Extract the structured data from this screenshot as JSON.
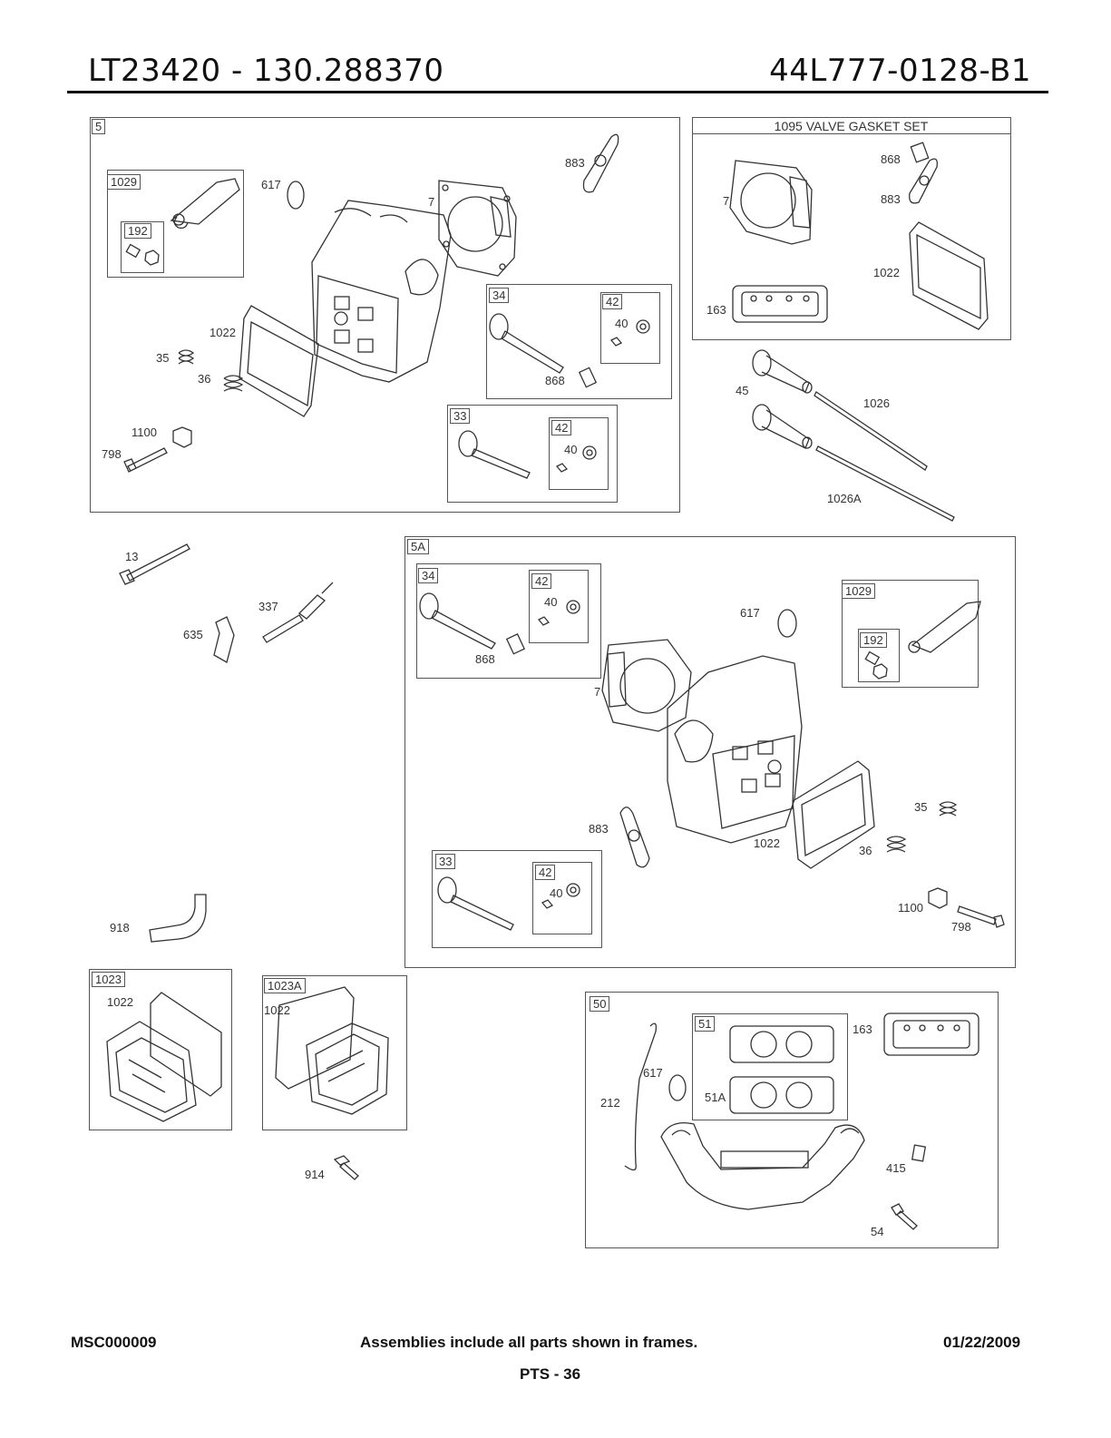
{
  "header": {
    "model": "LT23420 - 130.288370",
    "engine_code": "44L777-0128-B1"
  },
  "frames": {
    "f5": "5",
    "f1029a": "1029",
    "f192a": "192",
    "f34a": "34",
    "f42a": "42",
    "f33a": "33",
    "f42b": "42",
    "gasket_set": "1095 VALVE GASKET SET",
    "f5a": "5A",
    "f34b": "34",
    "f42c": "42",
    "f1029b": "1029",
    "f192b": "192",
    "f33b": "33",
    "f42d": "42",
    "f1023": "1023",
    "f1023a": "1023A",
    "f50": "50",
    "f51": "51"
  },
  "labels": {
    "a_883": "883",
    "a_617": "617",
    "a_7": "7",
    "a_1022": "1022",
    "a_35": "35",
    "a_36": "36",
    "a_1100": "1100",
    "a_798": "798",
    "a_40a": "40",
    "a_868": "868",
    "a_40b": "40",
    "g_868": "868",
    "g_7": "7",
    "g_883": "883",
    "g_1022": "1022",
    "g_163": "163",
    "p_45": "45",
    "p_1026": "1026",
    "p_1026a": "1026A",
    "m_13": "13",
    "m_337": "337",
    "m_635": "635",
    "m_918": "918",
    "m_914": "914",
    "b_40a": "40",
    "b_868": "868",
    "b_617": "617",
    "b_7": "7",
    "b_883": "883",
    "b_1022": "1022",
    "b_36": "36",
    "b_35": "35",
    "b_1100": "1100",
    "b_798": "798",
    "b_40b": "40",
    "c_1022a": "1022",
    "c_1022b": "1022",
    "e_617": "617",
    "e_212": "212",
    "e_51a": "51A",
    "e_163": "163",
    "e_415": "415",
    "e_54": "54"
  },
  "footer": {
    "doc_code": "MSC000009",
    "note": "Assemblies include all parts shown in frames.",
    "date": "01/22/2009",
    "page": "PTS - 36"
  }
}
